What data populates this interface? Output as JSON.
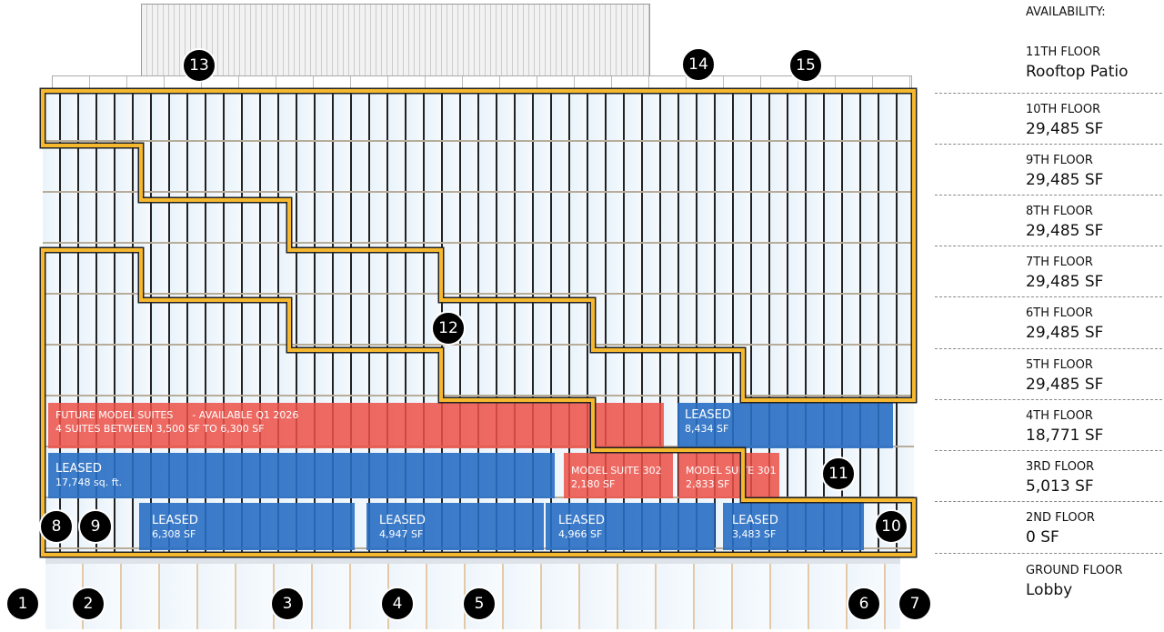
{
  "availability_header": "AVAILABILITY:",
  "floors": [
    {
      "label": "11TH FLOOR",
      "value": "Rooftop Patio"
    },
    {
      "label": "10TH FLOOR",
      "value": "29,485 SF"
    },
    {
      "label": "9TH FLOOR",
      "value": "29,485 SF"
    },
    {
      "label": "8TH FLOOR",
      "value": "29,485 SF"
    },
    {
      "label": "7TH FLOOR",
      "value": "29,485 SF"
    },
    {
      "label": "6TH FLOOR",
      "value": "29,485 SF"
    },
    {
      "label": "5TH FLOOR",
      "value": "29,485 SF"
    },
    {
      "label": "4TH FLOOR",
      "value": "18,771 SF"
    },
    {
      "label": "3RD FLOOR",
      "value": "5,013 SF"
    },
    {
      "label": "2ND FLOOR",
      "value": "0 SF"
    },
    {
      "label": "GROUND FLOOR",
      "value": "Lobby"
    }
  ],
  "suites": {
    "future": {
      "title": "FUTURE MODEL SUITES      - AVAILABLE Q1 2026",
      "sub": "4 SUITES   BETWEEN 3,500 SF TO 6,300 SF"
    },
    "f4_leased": {
      "title": "LEASED",
      "sub": "8,434 SF"
    },
    "f3_leased": {
      "title": "LEASED",
      "sub": "17,748 sq. ft."
    },
    "ms302": {
      "title": "MODEL SUITE 302",
      "sub": "2,180 SF"
    },
    "ms301": {
      "title": "MODEL SUITE 301",
      "sub": "2,833 SF"
    },
    "f2a": {
      "title": "LEASED",
      "sub": "6,308 SF"
    },
    "f2b": {
      "title": "LEASED",
      "sub": "4,947 SF"
    },
    "f2c": {
      "title": "LEASED",
      "sub": "4,966 SF"
    },
    "f2d": {
      "title": "LEASED",
      "sub": "3,483 SF"
    }
  },
  "markers": [
    "1",
    "2",
    "3",
    "4",
    "5",
    "6",
    "7",
    "8",
    "9",
    "10",
    "11",
    "12",
    "13",
    "14",
    "15"
  ],
  "colors": {
    "outline": "#f5b82e",
    "available": "#ec5046",
    "leased": "#286ec3"
  }
}
